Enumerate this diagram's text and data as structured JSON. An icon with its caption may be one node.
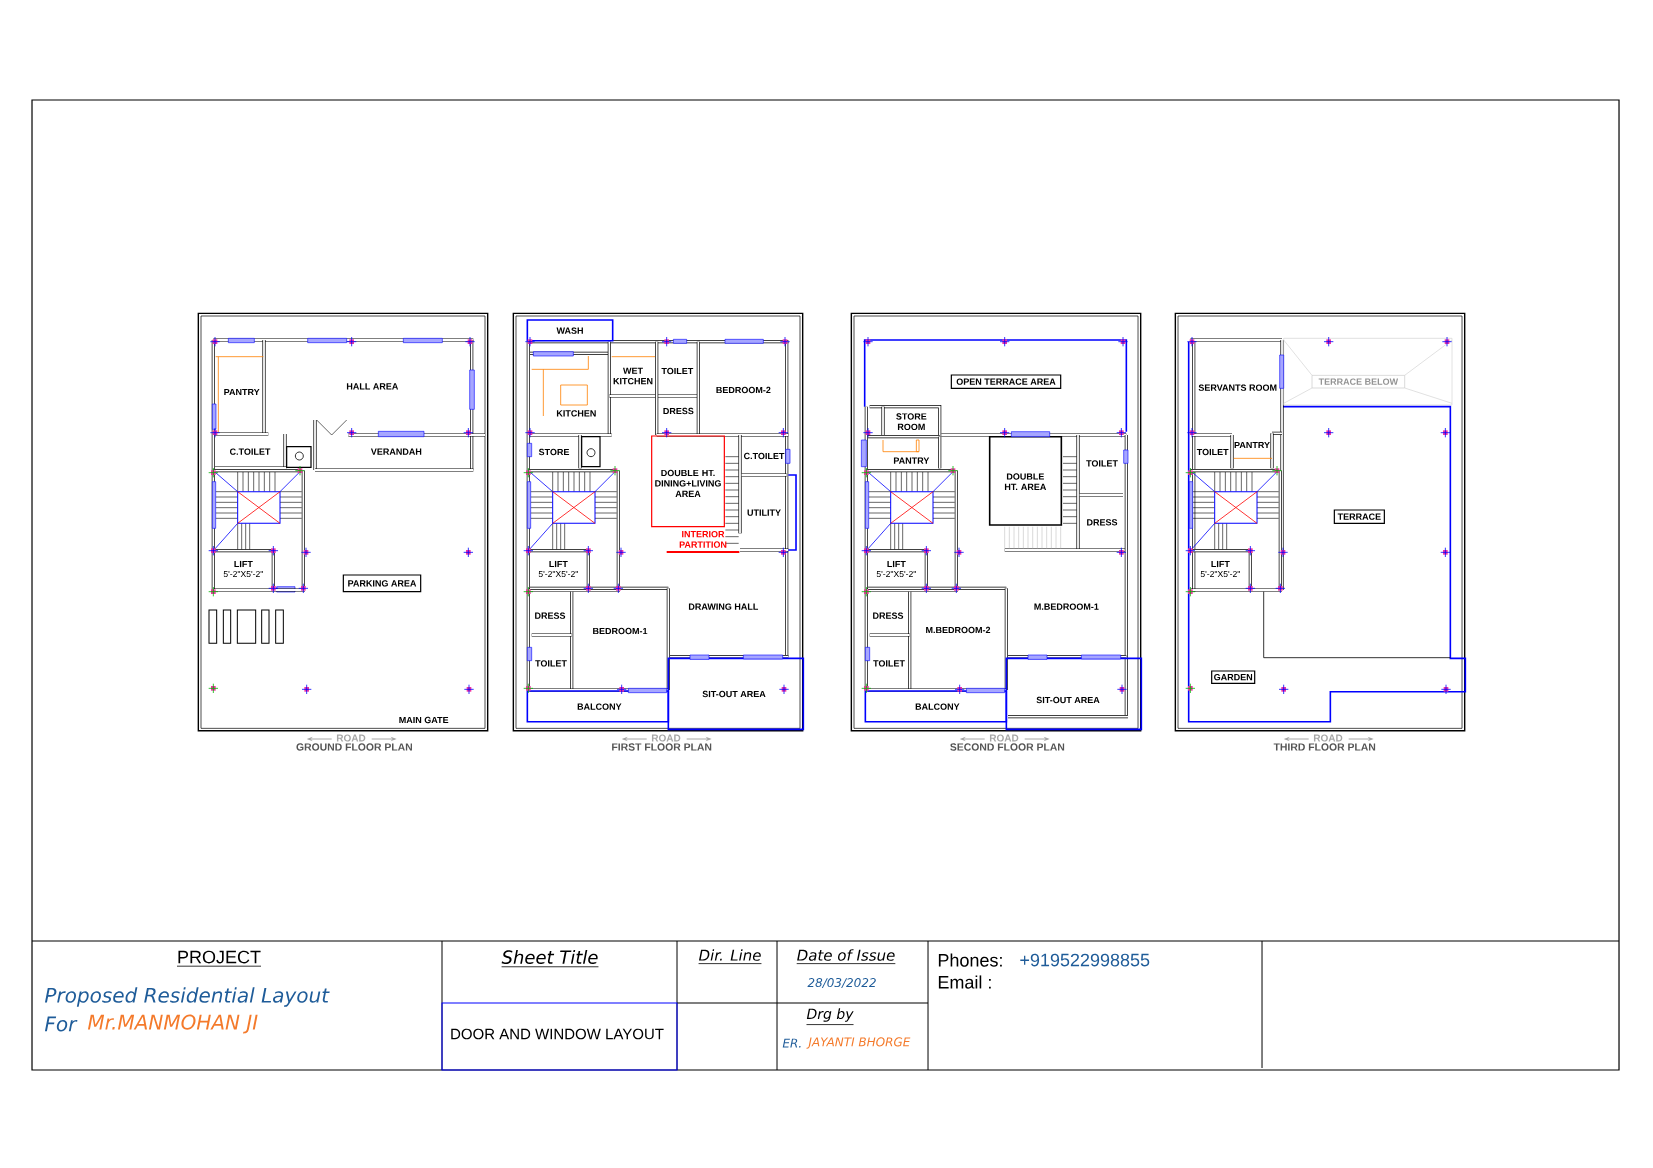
{
  "diagram": {
    "nodes": [
      {
        "text": [
          "PARKING AREA"
        ]
      },
      {
        "text": [
          "OPEN TERRACE AREA"
        ]
      },
      {
        "text": [
          "TERRACE BELOW"
        ]
      },
      {
        "text": [
          "TERRACE"
        ]
      },
      {
        "text": [
          "GARDEN"
        ]
      }
    ],
    "labels": [
      "PANTRY",
      "HALL AREA",
      "C.TOILET",
      "VERANDAH",
      "LIFT",
      "5'-2\"X5'-2\"",
      "MAIN GATE",
      "ROAD",
      "GROUND FLOOR PLAN",
      "WASH",
      "WET KITCHEN",
      "TOILET",
      "BEDROOM-2",
      "KITCHEN",
      "DRESS",
      "STORE",
      "C.TOILET",
      "DOUBLE HT. DINING+LIVING AREA",
      "UTILITY",
      "INTERIOR PARTITION",
      "LIFT",
      "5'-2\"X5'-2\"",
      "DRAWING HALL",
      "DRESS",
      "BEDROOM-1",
      "TOILET",
      "SIT-OUT AREA",
      "BALCONY",
      "ROAD",
      "FIRST FLOOR PLAN",
      "STORE ROOM",
      "PANTRY",
      "TOILET",
      "DOUBLE HT. AREA",
      "DRESS",
      "LIFT",
      "5'-2\"X5'-2\"",
      "M.BEDROOM-1",
      "DRESS",
      "M.BEDROOM-2",
      "TOILET",
      "SIT-OUT AREA",
      "BALCONY",
      "ROAD",
      "SECOND FLOOR PLAN",
      "SERVANTS ROOM",
      "PANTRY",
      "TOILET",
      "LIFT",
      "5'-2\"X5'-2\"",
      "ROAD",
      "THIRD FLOOR PLAN",
      "PROJECT",
      "Proposed Residential Layout",
      "For",
      "Mr.MANMOHAN JI",
      "Sheet Title",
      "DOOR AND WINDOW LAYOUT",
      "Dir. Line",
      "Date of Issue",
      "28/03/2022",
      "Drg by",
      "ER.",
      "JAYANTI BHORGE",
      "Phones:",
      "+919522998855",
      "Email :"
    ]
  }
}
